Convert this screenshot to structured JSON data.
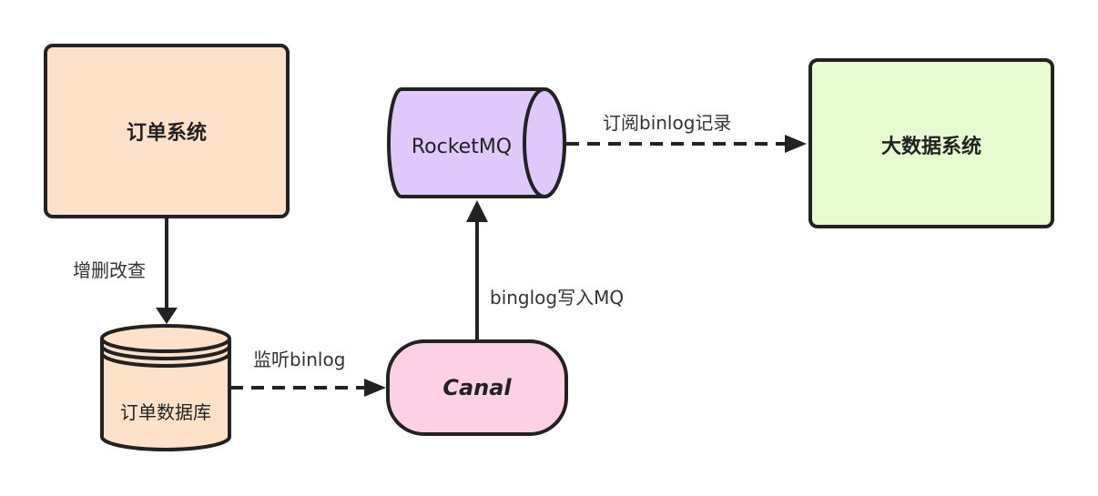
{
  "nodes": {
    "order_system": {
      "label": "订单系统",
      "fill": "#fde1c9"
    },
    "order_db": {
      "label": "订单数据库",
      "fill": "#fde1c9"
    },
    "canal": {
      "label": "Canal",
      "fill": "#fcd0e5"
    },
    "rocketmq": {
      "label": "RocketMQ",
      "fill": "#e1c8fb"
    },
    "bigdata_system": {
      "label": "大数据系统",
      "fill": "#e6fcd0"
    }
  },
  "edges": {
    "crud": {
      "label": "增删改查"
    },
    "listen_binlog": {
      "label": "监听binlog"
    },
    "write_mq": {
      "label": "binglog写入MQ"
    },
    "subscribe": {
      "label": "订阅binlog记录"
    }
  },
  "colors": {
    "stroke": "#222222",
    "text": "#222222"
  }
}
